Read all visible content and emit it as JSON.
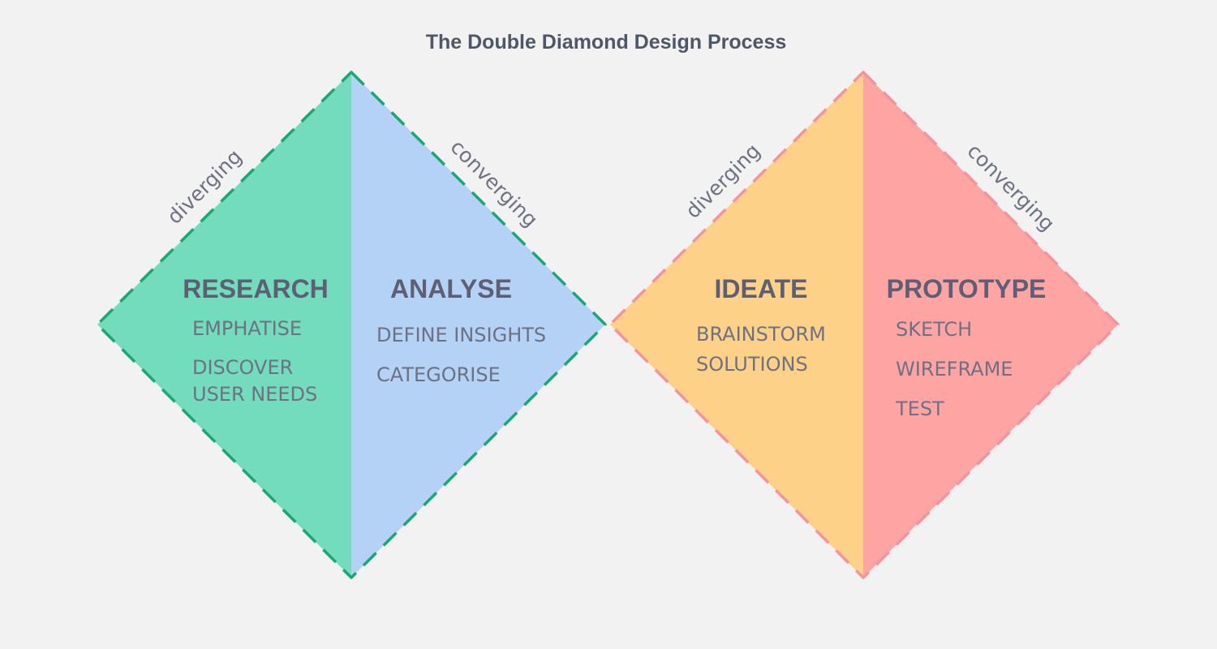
{
  "title": "The Double Diamond Design Process",
  "colors": {
    "background": "#f2f2f2",
    "research_fill": "#72dcbd",
    "analyse_fill": "#b3d2f5",
    "first_diamond_border": "#19a874",
    "ideate_fill": "#fed188",
    "prototype_fill": "#fea5a4",
    "second_diamond_border": "#f5939a"
  },
  "diamonds": [
    {
      "left": {
        "flow_label": "diverging",
        "heading": "RESEARCH",
        "items": [
          "EMPHATISE",
          "DISCOVER",
          "USER NEEDS"
        ]
      },
      "right": {
        "flow_label": "converging",
        "heading": "ANALYSE",
        "items": [
          "DEFINE INSIGHTS",
          "CATEGORISE"
        ]
      }
    },
    {
      "left": {
        "flow_label": "diverging",
        "heading": "IDEATE",
        "items": [
          "BRAINSTORM",
          "SOLUTIONS"
        ]
      },
      "right": {
        "flow_label": "converging",
        "heading": "PROTOTYPE",
        "items": [
          "SKETCH",
          "WIREFRAME",
          "TEST"
        ]
      }
    }
  ]
}
